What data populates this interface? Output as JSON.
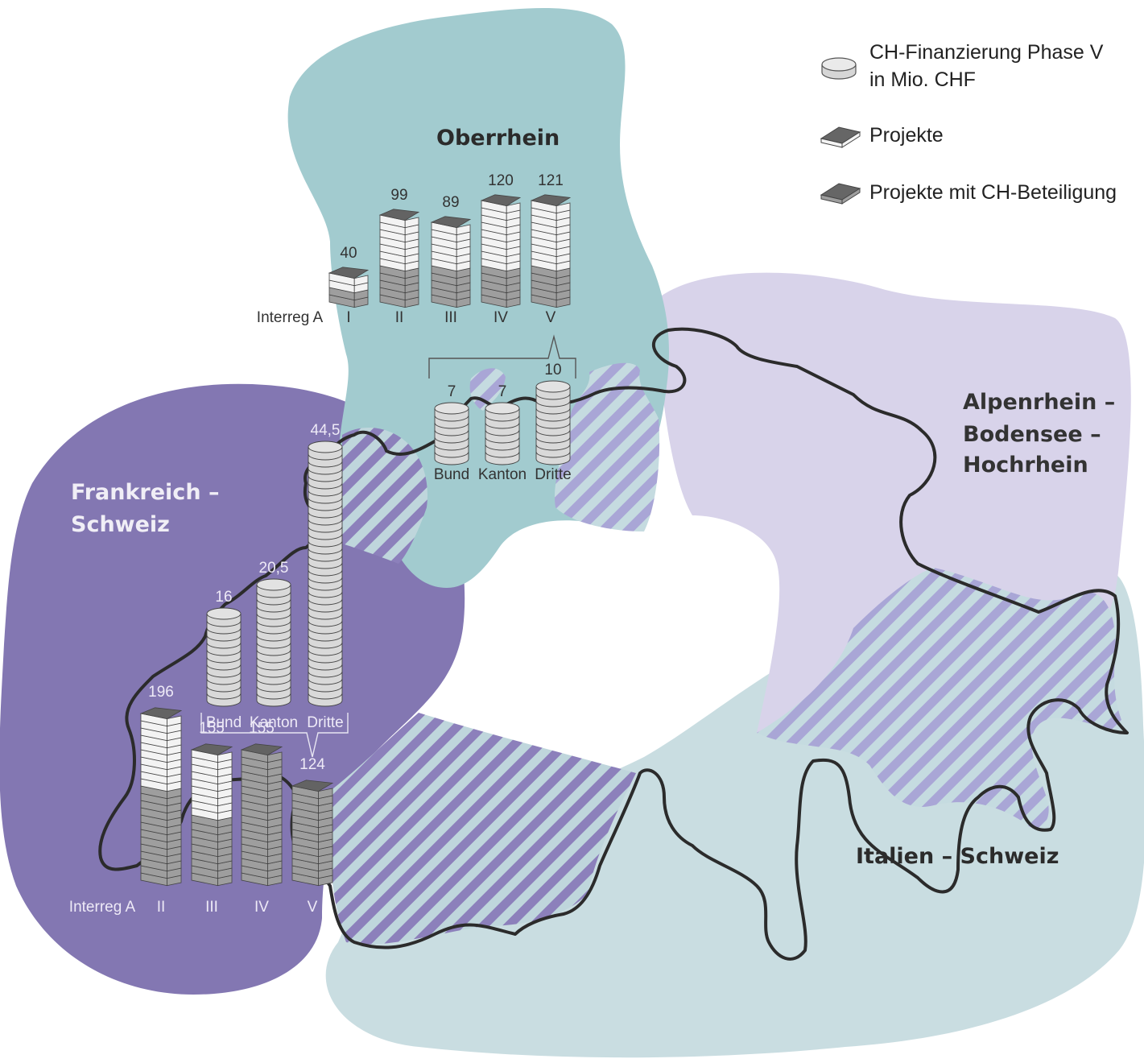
{
  "colors": {
    "oberrhein": "#a2cbcf",
    "frankreich_schweiz": "#8377b2",
    "alpenrhein": "#d8d3ea",
    "italien_schweiz": "#c9dde1",
    "border": "#2b2b2b",
    "stack_white": "#f3f3f3",
    "stack_gray": "#9e9e9e",
    "stack_top": "#636363",
    "coin": "#e2e2e2"
  },
  "legend": {
    "items": [
      {
        "icon": "coin-icon",
        "label_line1": "CH-Finanzierung Phase V",
        "label_line2": "in Mio. CHF"
      },
      {
        "icon": "book-white-icon",
        "label_line1": "Projekte"
      },
      {
        "icon": "book-gray-icon",
        "label_line1": "Projekte mit CH-Beteiligung"
      }
    ]
  },
  "regions": {
    "oberrhein": "Oberrhein",
    "frankreich_schweiz_line1": "Frankreich –",
    "frankreich_schweiz_line2": "Schweiz",
    "alpenrhein_line1": "Alpenrhein –",
    "alpenrhein_line2": "Bodensee –",
    "alpenrhein_line3": "Hochrhein",
    "italien_schweiz": "Italien – Schweiz"
  },
  "chart_data": [
    {
      "type": "bar",
      "title": "Oberrhein – Projekte je Interreg-A-Phase",
      "axis_label": "Interreg A",
      "categories": [
        "I",
        "II",
        "III",
        "IV",
        "V"
      ],
      "values": [
        40,
        99,
        89,
        120,
        121
      ],
      "series_shares": {
        "description": "Stacked books: white = Projekte, gray = Projekte mit CH-Beteiligung (visual proportion)",
        "white_layers": [
          2,
          7,
          6,
          9,
          9
        ],
        "gray_layers": [
          2,
          5,
          5,
          5,
          5
        ]
      }
    },
    {
      "type": "bar",
      "title": "Oberrhein – CH-Finanzierung Phase V in Mio. CHF",
      "categories": [
        "Bund",
        "Kanton",
        "Dritte"
      ],
      "values": [
        7,
        7,
        10
      ],
      "value_labels": [
        "7",
        "7",
        "10"
      ]
    },
    {
      "type": "bar",
      "title": "Frankreich – Schweiz – CH-Finanzierung Phase V in Mio. CHF",
      "categories": [
        "Bund",
        "Kanton",
        "Dritte"
      ],
      "values": [
        16,
        20.5,
        44.5
      ],
      "value_labels": [
        "16",
        "20,5",
        "44,5"
      ]
    },
    {
      "type": "bar",
      "title": "Frankreich – Schweiz – Projekte je Interreg-A-Phase",
      "axis_label": "Interreg A",
      "categories": [
        "II",
        "III",
        "IV",
        "V"
      ],
      "values": [
        196,
        155,
        155,
        124
      ],
      "series_shares": {
        "description": "white = Projekte, gray = Projekte mit CH-Beteiligung (visual proportion)",
        "white_layers": [
          10,
          9,
          0,
          0
        ],
        "gray_layers": [
          13,
          9,
          18,
          13
        ]
      }
    }
  ]
}
